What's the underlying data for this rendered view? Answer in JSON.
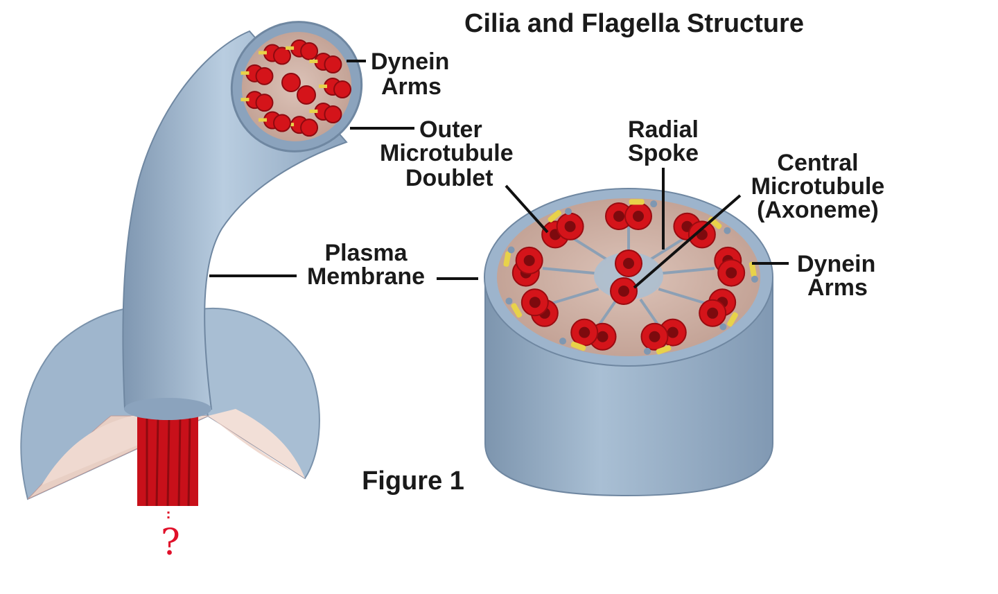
{
  "title": "Cilia and Flagella Structure",
  "figure_caption": "Figure 1",
  "annotation": "?",
  "labels": {
    "dynein_arms_top": [
      "Dynein",
      "Arms"
    ],
    "outer_microtubule_doublet": [
      "Outer",
      "Microtubule",
      "Doublet"
    ],
    "radial_spoke": [
      "Radial",
      "Spoke"
    ],
    "central_microtubule": [
      "Central",
      "Microtubule",
      "(Axoneme)"
    ],
    "plasma_membrane": [
      "Plasma",
      "Membrane"
    ],
    "dynein_arms_right": [
      "Dynein",
      "Arms"
    ]
  },
  "colors": {
    "membrane": "#9db4cc",
    "membrane_dark": "#7f97b1",
    "cross_section": "#c9a69a",
    "microtubule": "#d4141a",
    "dynein": "#e8d24a",
    "annotation": "#e0102a"
  }
}
